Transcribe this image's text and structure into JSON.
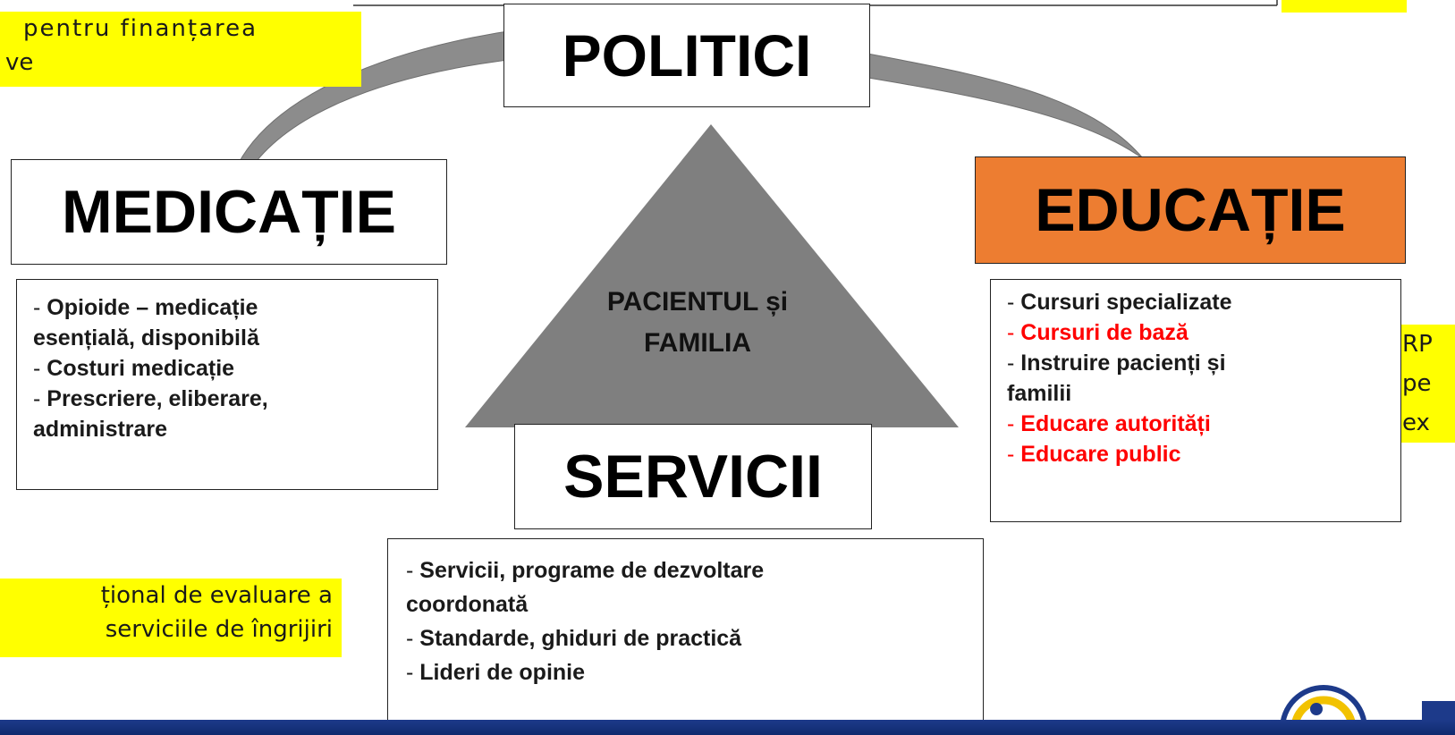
{
  "center": {
    "politici": "POLITICI",
    "medicatie": "MEDICAȚIE",
    "educatie": "EDUCAȚIE",
    "servicii": "SERVICII",
    "triangle_line1": "PACIENTUL și",
    "triangle_line2": "FAMILIA"
  },
  "medicatie_list": {
    "item1_line1": "Opioide – medicație",
    "item1_line2": "esențială, disponibilă",
    "item2": "Costuri medicație",
    "item3_line1": "Prescriere, eliberare,",
    "item3_line2": "administrare"
  },
  "educatie_list": {
    "item1": "Cursuri specializate",
    "item2": "Cursuri de bază",
    "item3_line1": "Instruire pacienți și",
    "item3_line2": "familii",
    "item4": "Educare autorități",
    "item5": "Educare public"
  },
  "servicii_list": {
    "item1_line1": "Servicii, programe de dezvoltare",
    "item1_line2": "coordonată",
    "item2": "Standarde, ghiduri de practică",
    "item3": "Lideri de opinie"
  },
  "highlights": {
    "top_left_line1": "pentru finanțarea",
    "top_left_line2": "ve",
    "bottom_left_line1": "țional de evaluare a",
    "bottom_left_line2": "serviciile de îngrijiri",
    "right_line1": "RP",
    "right_line2": "pe",
    "right_line3": "ex"
  },
  "dash": "-",
  "colors": {
    "highlight": "#ffff00",
    "educatie_fill": "#ed7d31",
    "arc_gray": "#8c8c8c",
    "triangle_gray": "#7f7f7f",
    "emphasis_red": "#ff0000",
    "footer_blue": "#1d3a8a"
  }
}
